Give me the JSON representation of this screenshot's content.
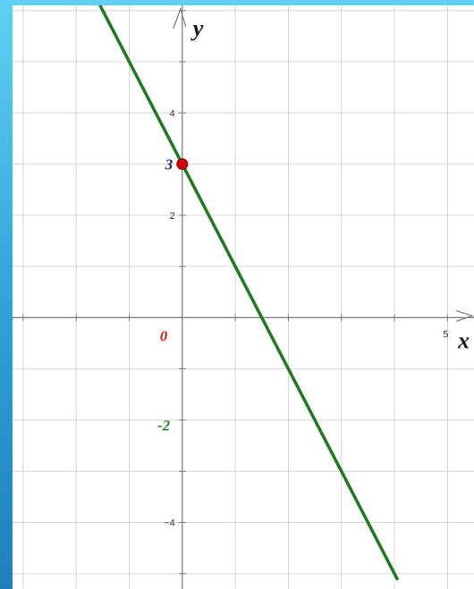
{
  "chart_data": {
    "type": "line",
    "title": "",
    "xlabel": "x",
    "ylabel": "y",
    "xlim": [
      -3.2,
      5.5
    ],
    "ylim": [
      -5.3,
      6.1
    ],
    "grid": true,
    "x_ticks": [
      {
        "value": 5,
        "label": "5"
      }
    ],
    "y_ticks": [
      {
        "value": 4,
        "label": "4"
      },
      {
        "value": 2,
        "label": "2"
      },
      {
        "value": -4,
        "label": "−4"
      }
    ],
    "annotations": [
      {
        "text": "0",
        "x": -0.35,
        "y": -0.35,
        "color": "#cc1f1f"
      },
      {
        "text": "3",
        "x": -0.25,
        "y": 3.0,
        "color": "#1a237e"
      },
      {
        "text": "-2",
        "x": -0.35,
        "y": -2.1,
        "color": "#2e7d32"
      }
    ],
    "series": [
      {
        "type": "line",
        "color": "#1f7a1f",
        "points": [
          [
            -1.65,
            6.3
          ],
          [
            4.05,
            -5.1
          ]
        ]
      }
    ],
    "points": [
      {
        "x": 0,
        "y": 3,
        "color": "#d40000"
      }
    ],
    "colors": {
      "grid": "#d6d6d6",
      "axis": "#7a7a7a"
    }
  }
}
